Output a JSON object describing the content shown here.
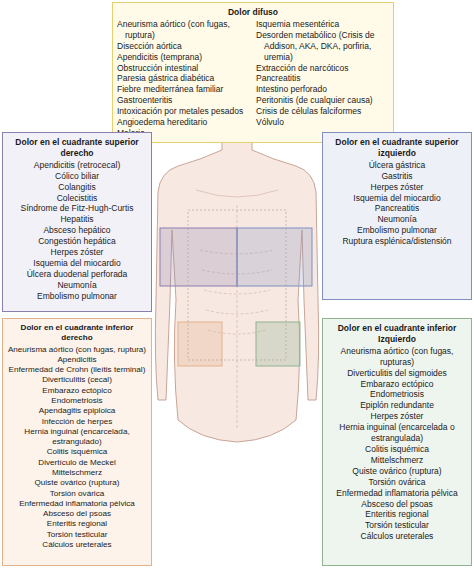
{
  "diagram": {
    "nodes": [
      {
        "text": [
          "Dolor difuso",
          "Aneurisma aórtico (con fugas, ruptura)",
          "Disección aórtica",
          "Apendicitis (temprana)",
          "Obstrucción intestinal",
          "Paresia gástrica diabética",
          "Fiebre mediterránea familiar",
          "Gastroenteritis",
          "Intoxicación por metales pesados",
          "Angioedema hereditario",
          "Malaria",
          "Isquemia mesentérica",
          "Desorden metabólico (Crisis de Addison, AKA, DKA, porfiria, uremia)",
          "Extracción de narcóticos",
          "Pancreatitis",
          "Intestino perforado",
          "Peritonitis (de cualquier causa)",
          "Crisis de células falciformes",
          "Vólvulo"
        ]
      },
      {
        "text": [
          "Dolor en el cuadrante superior derecho",
          "Apendicitis (retrocecal)",
          "Cólico biliar",
          "Colangitis",
          "Colecistitis",
          "Síndrome de Fitz-Hugh-Curtis",
          "Hepatitis",
          "Absceso hepático",
          "Congestión hepática",
          "Herpes zóster",
          "Isquemia del miocardio",
          "Úlcera duodenal perforada",
          "Neumonía",
          "Embolismo pulmonar"
        ]
      },
      {
        "text": [
          "Dolor en el cuadrante superior izquierdo",
          "Úlcera gástrica",
          "Gastritis",
          "Herpes zóster",
          "Isquemia del miocardio",
          "Pancreatitis",
          "Neumonía",
          "Embolismo pulmonar",
          "Ruptura esplénica/distensión"
        ]
      },
      {
        "text": [
          "Dolor en el cuadrante inferior derecho",
          "Aneurisma aórtico (con fugas, ruptura)",
          "Apendicitis",
          "Enfermedad de Crohn (ileítis terminal)",
          "Diverticulitis (cecal)",
          "Embarazo ectópico",
          "Endometriosis",
          "Apendagitis epiploica",
          "Infección de herpes",
          "Hernia inguinal (encarcelada, estrangulado)",
          "Colitis isquémica",
          "Divertículo de Meckel",
          "Mittelschmerz",
          "Quiste ovárico (ruptura)",
          "Torsión ovárica",
          "Enfermedad inflamatoria pélvica",
          "Absceso del psoas",
          "Enteritis regional",
          "Torsión testicular",
          "Cálculos ureterales"
        ]
      },
      {
        "text": [
          "Dolor en el cuadrante inferior Izquierdo",
          "Aneurisma aórtico (con fugas, rupturas)",
          "Diverticulitis del sigmoides",
          "Embarazo ectópico",
          "Endometriosis",
          "Epiplón redundante",
          "Herpes zóster",
          "Hernia inguinal (encarcelada o estrangulada)",
          "Colitis isquémica",
          "Mittelschmerz",
          "Quiste ovárico (ruptura)",
          "Torsión ovárica",
          "Enfermedad inflamatoria pélvica",
          "Absceso del psoas",
          "Enteritis regional",
          "Torsión testicular",
          "Cálculos ureterales"
        ]
      }
    ]
  }
}
